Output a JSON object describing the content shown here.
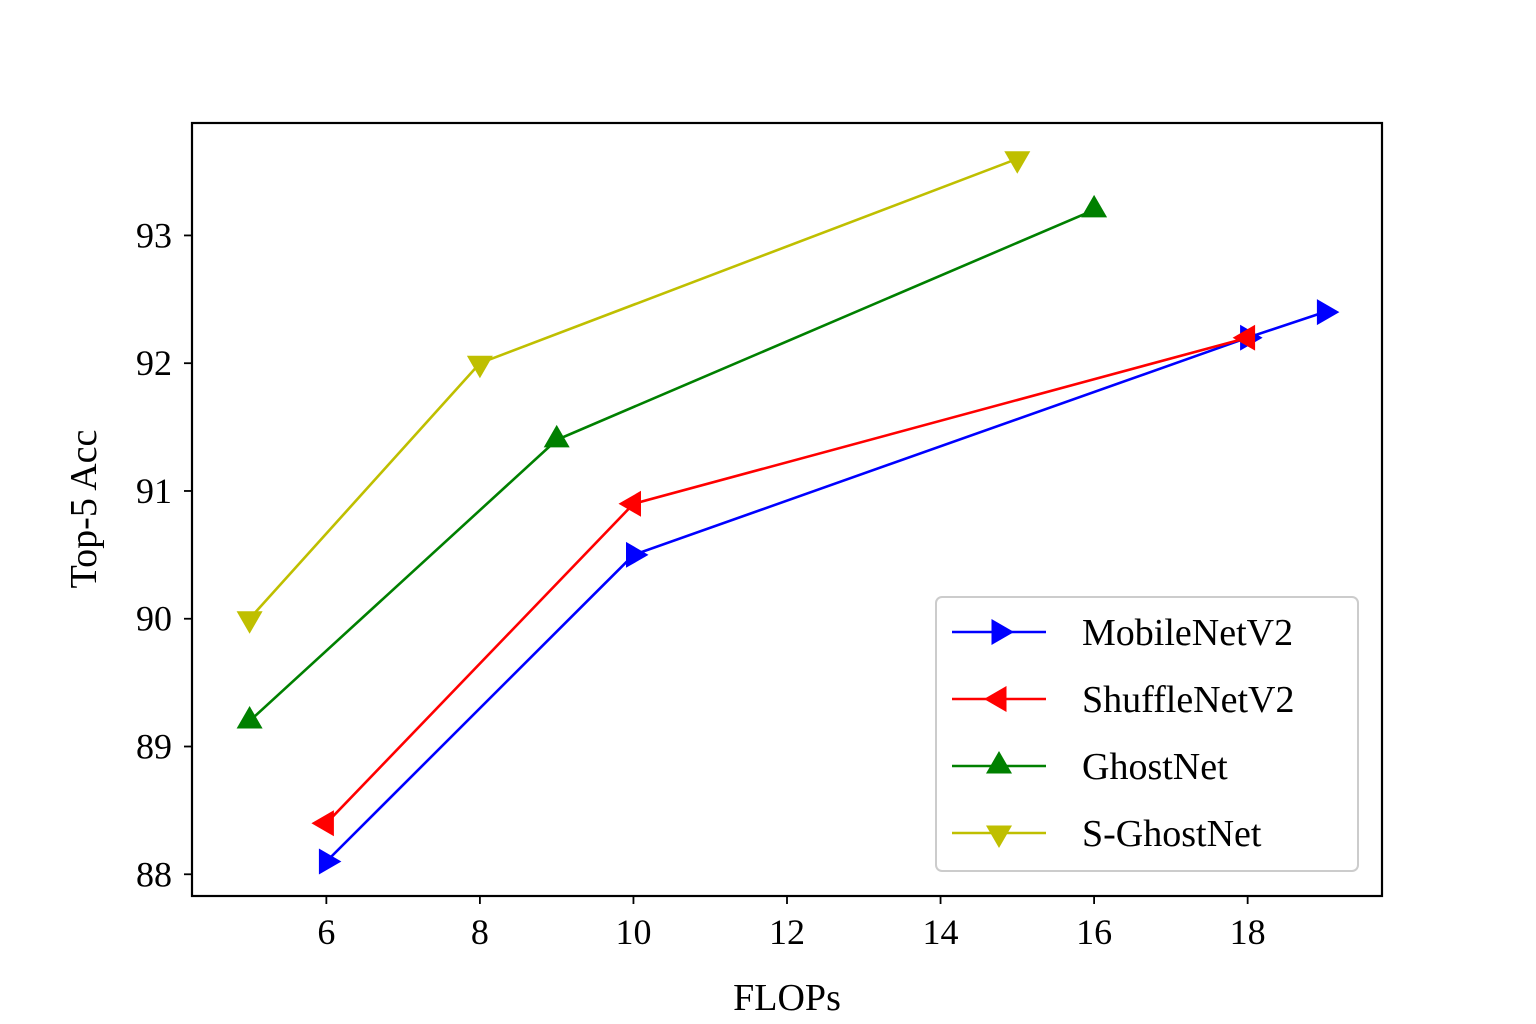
{
  "chart_data": {
    "type": "line",
    "title": "",
    "xlabel": "FLOPs",
    "ylabel": "Top-5 Acc",
    "xlim": [
      4.25,
      19.75
    ],
    "ylim": [
      87.83,
      93.88
    ],
    "xticks": [
      6,
      8,
      10,
      12,
      14,
      16,
      18
    ],
    "yticks": [
      88,
      89,
      90,
      91,
      92,
      93
    ],
    "xtick_labels": [
      "6",
      "8",
      "10",
      "12",
      "14",
      "16",
      "18"
    ],
    "ytick_labels": [
      "88",
      "89",
      "90",
      "91",
      "92",
      "93"
    ],
    "grid": false,
    "legend_position": "lower-right",
    "series": [
      {
        "name": "MobileNetV2",
        "color": "#0000ff",
        "marker": "triangle-right",
        "x": [
          6,
          10,
          18,
          19
        ],
        "y": [
          88.1,
          90.5,
          92.2,
          92.4
        ]
      },
      {
        "name": "ShuffleNetV2",
        "color": "#ff0000",
        "marker": "triangle-left",
        "x": [
          6,
          10,
          18
        ],
        "y": [
          88.4,
          90.9,
          92.2
        ]
      },
      {
        "name": "GhostNet",
        "color": "#008000",
        "marker": "triangle-up",
        "x": [
          5,
          9,
          16
        ],
        "y": [
          89.2,
          91.4,
          93.2
        ]
      },
      {
        "name": "S-GhostNet",
        "color": "#bfbf00",
        "marker": "triangle-down",
        "x": [
          5,
          8,
          15
        ],
        "y": [
          90.0,
          92.0,
          93.6
        ]
      }
    ]
  }
}
